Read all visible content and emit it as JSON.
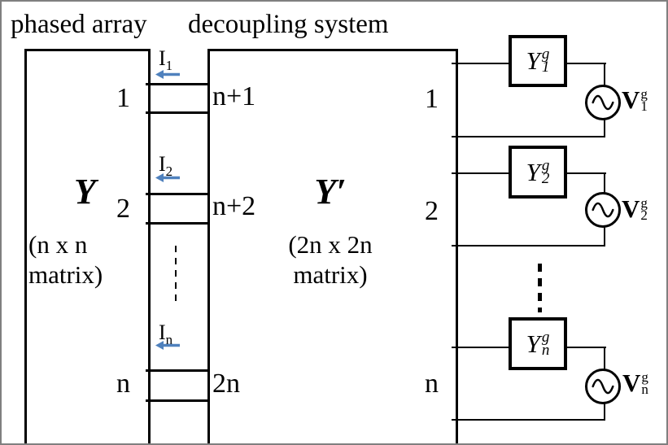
{
  "titles": {
    "phased_array": "phased array",
    "decoupling_system": "decoupling system"
  },
  "phased_array": {
    "symbol": "Y",
    "matrix_line1": "(n x n",
    "matrix_line2": "matrix)",
    "port_labels": [
      "1",
      "2",
      "n"
    ]
  },
  "decoupling": {
    "symbol": "Y′",
    "matrix_line1": "(2n x 2n",
    "matrix_line2": "matrix)",
    "left_port_labels": [
      "n+1",
      "n+2",
      "2n"
    ],
    "right_port_labels": [
      "1",
      "2",
      "n"
    ]
  },
  "currents": [
    {
      "base": "I",
      "sub": "1"
    },
    {
      "base": "I",
      "sub": "2"
    },
    {
      "base": "I",
      "sub": "n"
    }
  ],
  "sources": [
    {
      "adm_base": "Y",
      "adm_sup": "g",
      "adm_sub": "1",
      "volt_base": "V",
      "volt_sup": "g",
      "volt_sub": "1"
    },
    {
      "adm_base": "Y",
      "adm_sup": "g",
      "adm_sub": "2",
      "volt_base": "V",
      "volt_sup": "g",
      "volt_sub": "2"
    },
    {
      "adm_base": "Y",
      "adm_sup": "g",
      "adm_sub": "n",
      "volt_base": "V",
      "volt_sup": "g",
      "volt_sub": "n"
    }
  ],
  "colors": {
    "line": "#000000",
    "current_arrow": "#4f81bd",
    "frame": "#7f7f7f"
  }
}
